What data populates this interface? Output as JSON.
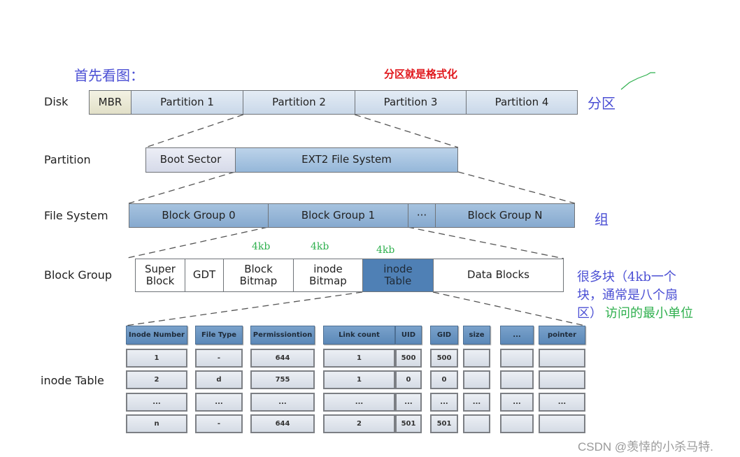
{
  "annotations": {
    "intro": "首先看图：",
    "partition_is_format": "分区就是格式化",
    "partition_note": "分区",
    "group_note": "组",
    "blocks_note_line1": "很多块（4kb一个",
    "blocks_note_line2": "块，通常是八个扇",
    "blocks_note_line3": "区）",
    "min_unit_note": "访问的最小单位",
    "size_labels": [
      "4kb",
      "4kb",
      "4kb"
    ],
    "watermark": "CSDN @羡悻的小杀马特."
  },
  "levels": {
    "disk": {
      "label": "Disk",
      "segments": [
        "MBR",
        "Partition 1",
        "Partition 2",
        "Partition 3",
        "Partition 4"
      ]
    },
    "partition": {
      "label": "Partition",
      "segments": [
        "Boot Sector",
        "EXT2 File System"
      ]
    },
    "file_system": {
      "label": "File System",
      "segments": [
        "Block Group 0",
        "Block Group 1",
        "···",
        "Block Group N"
      ]
    },
    "block_group": {
      "label": "Block Group",
      "segments": [
        {
          "line1": "Super",
          "line2": "Block"
        },
        {
          "line1": "GDT",
          "line2": ""
        },
        {
          "line1": "Block",
          "line2": "Bitmap"
        },
        {
          "line1": "inode",
          "line2": "Bitmap"
        },
        {
          "line1": "inode",
          "line2": "Table"
        },
        {
          "line1": "Data Blocks",
          "line2": ""
        }
      ]
    },
    "inode_table": {
      "label": "inode Table",
      "columns": [
        "Inode Number",
        "File Type",
        "Permissiontion",
        "Link count",
        "UID",
        "GID",
        "size",
        "...",
        "pointer"
      ],
      "rows": [
        [
          "1",
          "-",
          "644",
          "1",
          "500",
          "500",
          "",
          "",
          ""
        ],
        [
          "2",
          "d",
          "755",
          "1",
          "0",
          "0",
          "",
          "",
          ""
        ],
        [
          "...",
          "...",
          "...",
          "...",
          "...",
          "...",
          "...",
          "...",
          "..."
        ],
        [
          "n",
          "-",
          "644",
          "2",
          "501",
          "501",
          "",
          "",
          ""
        ]
      ]
    }
  },
  "colors": {
    "note_blue": "#4b4fd4",
    "note_green": "#2fb04e",
    "note_red": "#e0161b",
    "inode_table_highlight": "#4f80b5"
  }
}
